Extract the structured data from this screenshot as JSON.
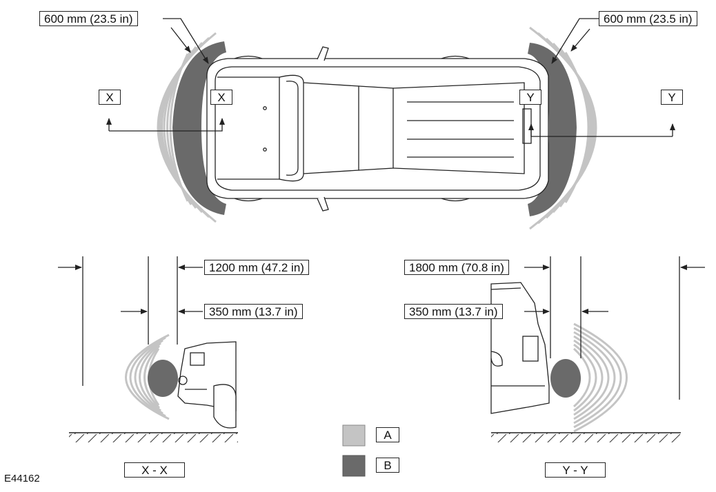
{
  "labels": {
    "front_distance": "600 mm (23.5 in)",
    "rear_distance": "600 mm (23.5 in)",
    "x": "X",
    "y": "Y",
    "front_outer_range": "1200 mm (47.2 in)",
    "front_inner_range": "350 mm (13.7 in)",
    "rear_outer_range": "1800 mm (70.8 in)",
    "rear_inner_range": "350 mm (13.7 in)",
    "section_x": "X - X",
    "section_y": "Y - Y",
    "figure_id": "E44162"
  },
  "legend": [
    {
      "key": "A",
      "color": "#c4c4c4"
    },
    {
      "key": "B",
      "color": "#6a6a6a"
    }
  ],
  "colors": {
    "light_zone": "#c4c4c4",
    "dark_zone": "#6a6a6a",
    "line": "#222222"
  }
}
